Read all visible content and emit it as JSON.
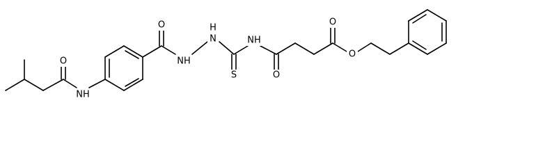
{
  "molecule": {
    "atom_labels": {
      "o_amide1": "O",
      "nh_aniline": "NH",
      "o_hydrazide": "O",
      "nh_hydrazide1": "NH",
      "h_hydrazide2": "H",
      "n_hydrazide2": "N",
      "s_thio": "S",
      "nh_thioamide": "NH",
      "o_amide2": "O",
      "o_ester_carbonyl": "O",
      "o_ester": "O"
    },
    "colors": {
      "bond": "#000000",
      "label": "#000000",
      "background": "#ffffff"
    }
  }
}
